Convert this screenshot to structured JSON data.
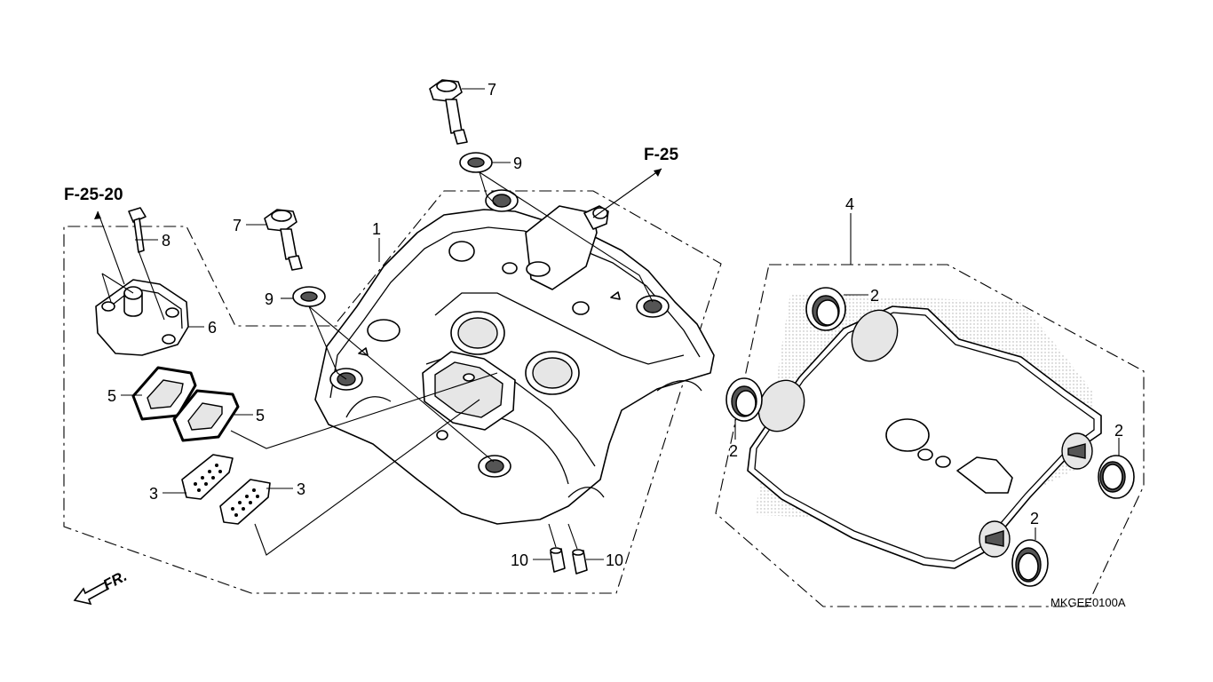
{
  "callouts": {
    "c1": "1",
    "c2a": "2",
    "c2b": "2",
    "c2c": "2",
    "c2d": "2",
    "c3a": "3",
    "c3b": "3",
    "c4": "4",
    "c5a": "5",
    "c5b": "5",
    "c6": "6",
    "c7a": "7",
    "c7b": "7",
    "c8": "8",
    "c9a": "9",
    "c9b": "9",
    "c10a": "10",
    "c10b": "10"
  },
  "refs": {
    "f25": "F-25",
    "f2520": "F-25-20"
  },
  "direction_label": "FR.",
  "diagram_code": "MKGEE0100A"
}
